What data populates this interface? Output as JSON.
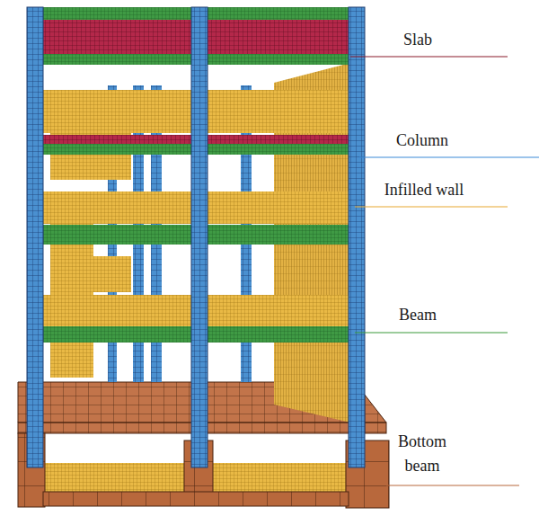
{
  "diagram": {
    "labels": [
      "Slab",
      "Column",
      "Infilled wall",
      "Beam",
      "Bottom beam"
    ]
  }
}
